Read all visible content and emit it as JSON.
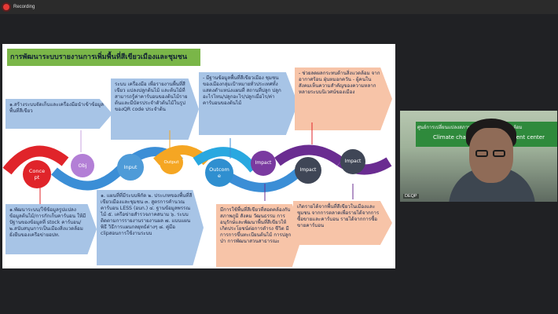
{
  "recording": {
    "label": "Recording",
    "color": "#e53935"
  },
  "slide": {
    "title": "การพัฒนาระบบรายงานการเพิ่มพื้นที่สีเขียวเมืองและชุมชน",
    "top_boxes": [
      {
        "text": "๑.สร้างระบบจัดเก็บและเครื่องมือนำเข้าข้อมูลพื้นที่สีเขียว"
      },
      {
        "text": "ระบบ เครื่องมือ เพื่อรายงานพื้นที่สีเขียว แปลงปลูกต้นไม้ และต้นไม้ที่สามารถรู้ค่าคาร์บอนของต้นไม้รายต้นและมีบัตรประจำตัวต้นไม้ในรูปของQR code ประจำต้น"
      },
      {
        "text": "- มีฐานข้อมูลพื้นที่สีเขียวเมือง ชุมชน ของเมืองกลุ่มเป้าหมายทั่วประเทศทั้งแสดงตำแหน่งแผนที่ สถานที่ปลูก ปลูกอะไรไหน/ปลูกอะไร/ปลูกเมื่อไร/ค่าคาร์บอนของต้นไม้"
      },
      {
        "text": "- ช่วยลดผลกระทบด้านสิ่งแวดล้อม จากอากาศร้อน ฝุ่นหมอกควัน - ผู้คนในสังคมเห็นความสำคัญของความหลากหลายระบบนิเวศน์ของเมือง"
      }
    ],
    "steps": [
      {
        "label": "Concept"
      },
      {
        "label": "Obj"
      },
      {
        "label": "Input"
      },
      {
        "label": "Output"
      },
      {
        "label": "Outcome"
      },
      {
        "label": "Impact"
      },
      {
        "label": "Impact"
      },
      {
        "label": "Impact"
      }
    ],
    "bottom_boxes": [
      {
        "text": "๑.พัฒนาระบบ/ใช้ข้อมูลรูปแปลงข้อมูลต้นไม้/การกักเก็บคาร์บอน ให้มีปัฐานของข้อมูลที่ stock คาร์บอน/ ๒.สนับสนุนการเป็นเมืองสิ่งแวดล้อมยั่งยืนของเครือข่ายอปท."
      },
      {
        "text": "๑. แผนที่ที่มีระบบพิกัด ๒. ประเภทของพื้นที่สีเขียวเมืองและชุมชน ๓. สูตรการคำนวณคาร์บอน LESS (อบก.) ๔. ฐานข้อมูลพรรณไม้ ๕. เครือข่ายสำรวจภาคสนาม ๖. ระบบติดตามการรายงานรายงานผล ๗. แบบแผนพิธี วิธีการแผนกลยุทธ์ต่างๆ ๘. คู่มือ clipสอนการใช้งานระบบ"
      },
      {
        "text": "มีการใช้พื้นที่สีเขียวที่สอดคล้องกับสภาพภูมิ สังคม วัฒนธรรม การอนุรักษ์และพัฒนาพื้นที่สีเขียวให้เกิดประโยชน์ต่อการดำรง ชีวิต มีการการขึ้นทะเบียนต้นไม้ การปลูกป่า การพัฒนาสวนสาธารณะ"
      },
      {
        "text": "เกิดรายได้จากพื้นที่สีเขียวในเมืองและชุมชน จากการตลาดเพื่อรายได้จากการซื้อขายและคาร์บอน รายได้จากการซื้อขายคาร์บอน"
      }
    ]
  },
  "participant": {
    "name": "DEQP",
    "banner_text": "ศูนย์การเปลี่ยนแปลงสภาพภูมิอากาศและสิ่งแวดล้อม",
    "banner_text_en": "Climate change and Environment center"
  }
}
